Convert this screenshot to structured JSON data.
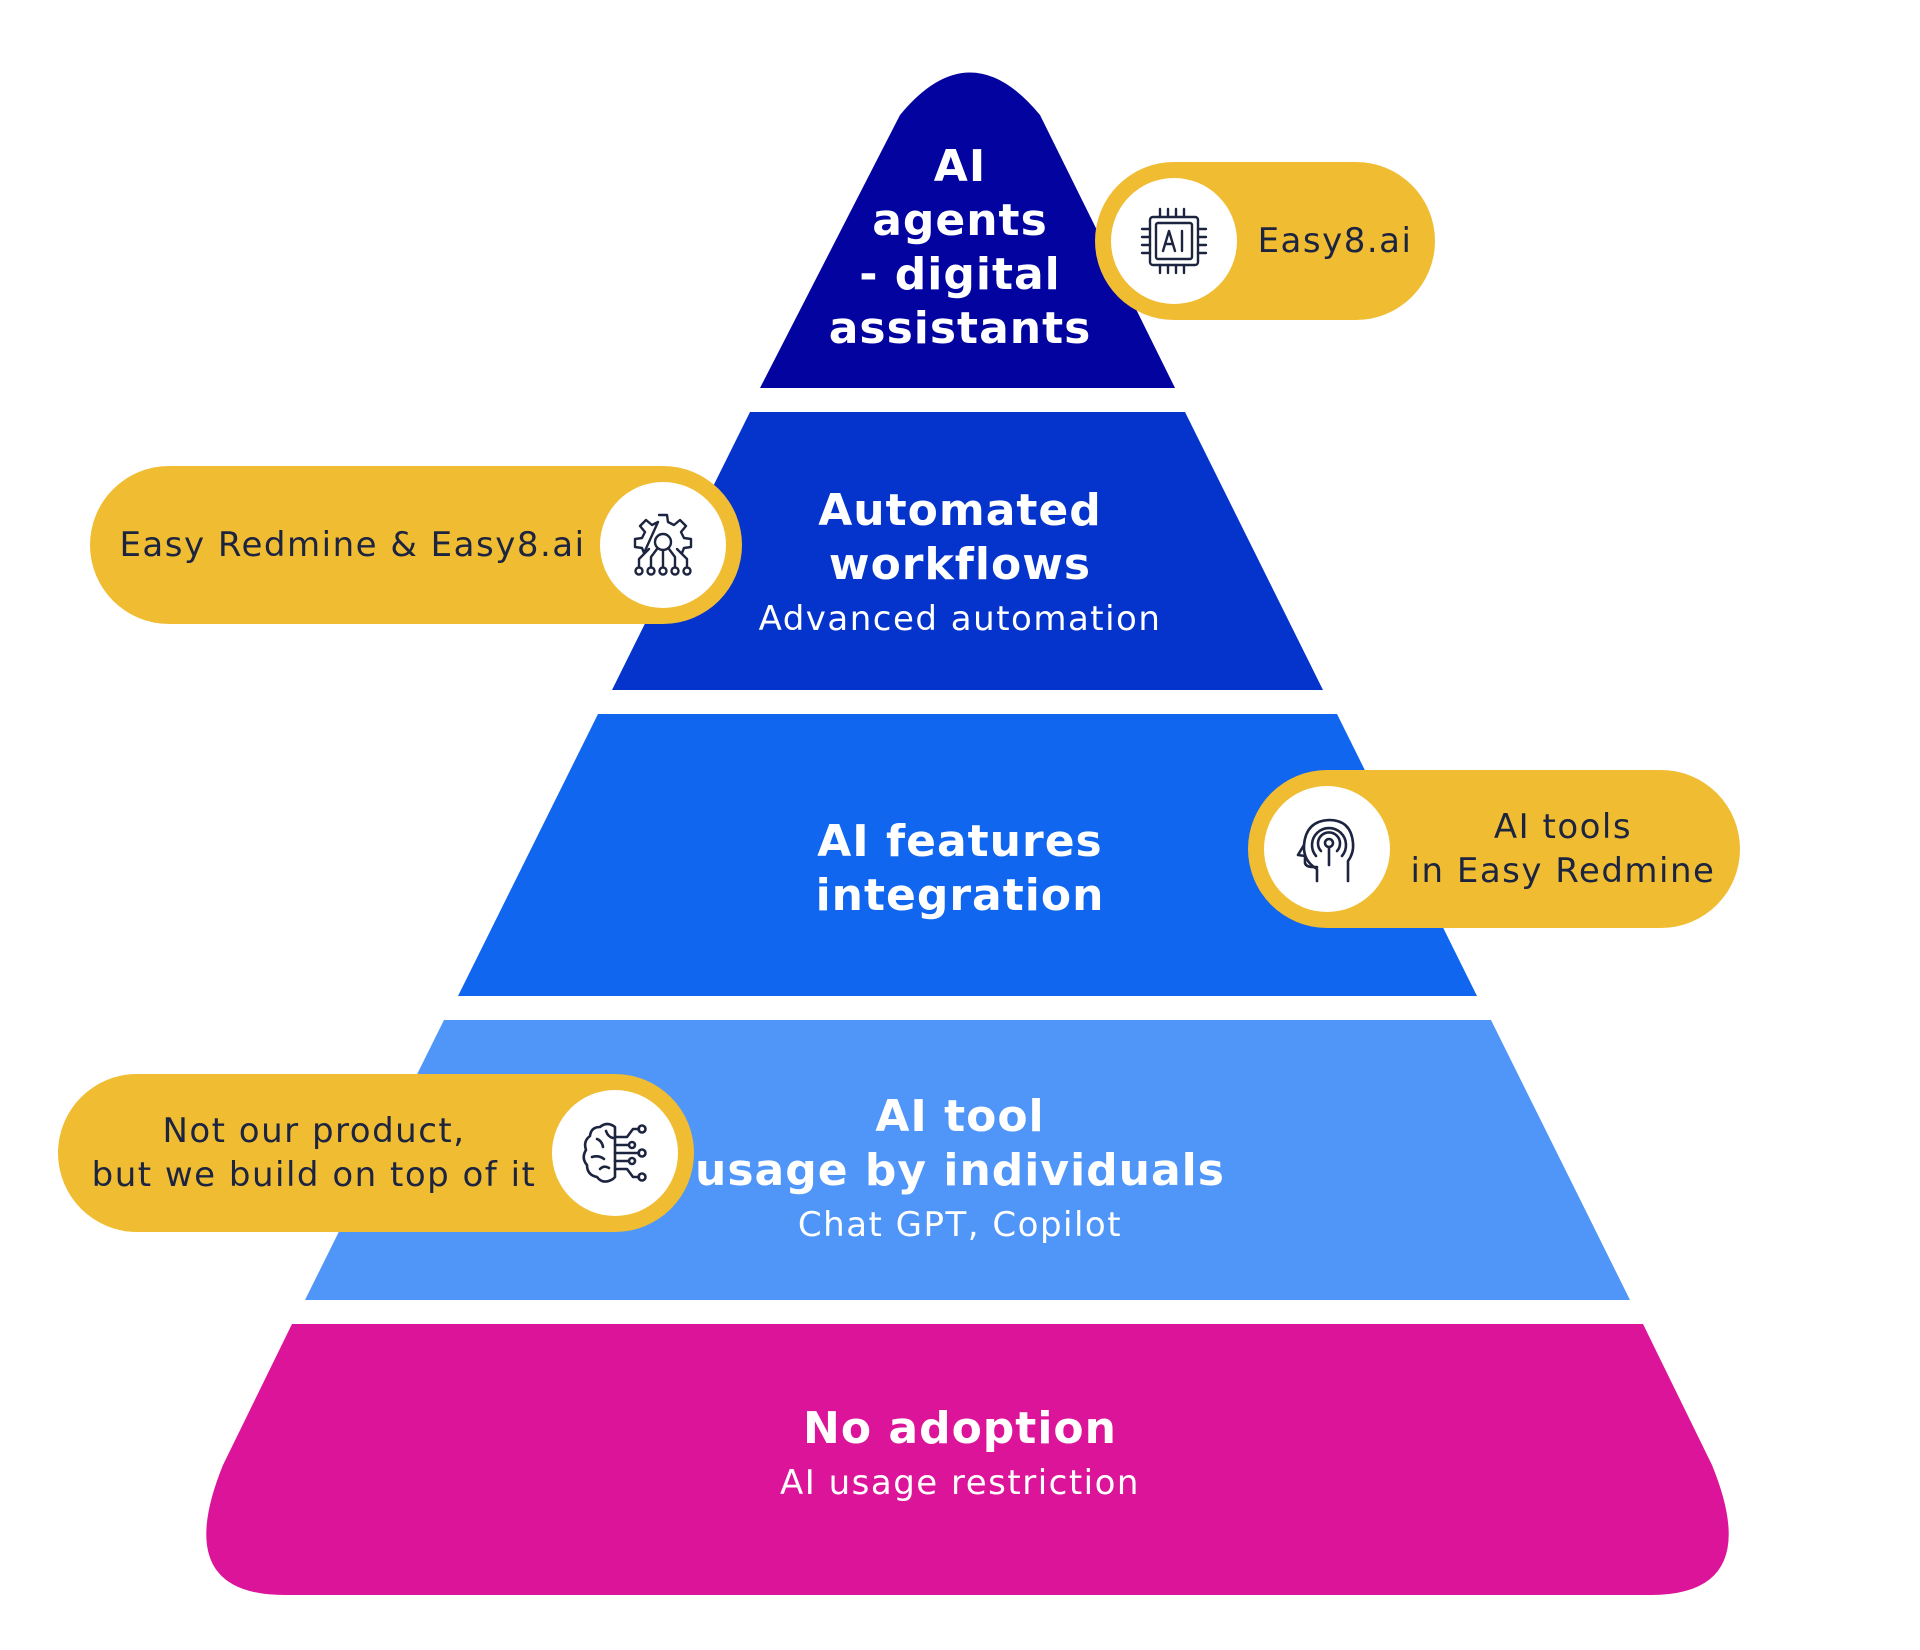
{
  "colors": {
    "tier_1": "#03049f",
    "tier_2": "#0534cc",
    "tier_3": "#1066ee",
    "tier_4": "#4f96f8",
    "tier_5": "#dc149a",
    "pill": "#f0bc32",
    "icon_stroke": "#1c2440"
  },
  "tiers": [
    {
      "title": "AI\nagents\n- digital\nassistants",
      "subtitle": ""
    },
    {
      "title": "Automated\nworkflows",
      "subtitle": "Advanced automation"
    },
    {
      "title": "AI features\nintegration",
      "subtitle": ""
    },
    {
      "title": "AI tool\nusage by individuals",
      "subtitle": "Chat GPT, Copilot"
    },
    {
      "title": "No adoption",
      "subtitle": "AI usage restriction"
    }
  ],
  "callouts": [
    {
      "text": "Easy8.ai",
      "icon": "ai-chip-icon"
    },
    {
      "text": "Easy Redmine & Easy8.ai",
      "icon": "gear-network-icon"
    },
    {
      "text": "AI tools\nin Easy Redmine",
      "icon": "head-signal-icon"
    },
    {
      "text": "Not our product,\nbut we build on top of it",
      "icon": "brain-circuit-icon"
    }
  ]
}
